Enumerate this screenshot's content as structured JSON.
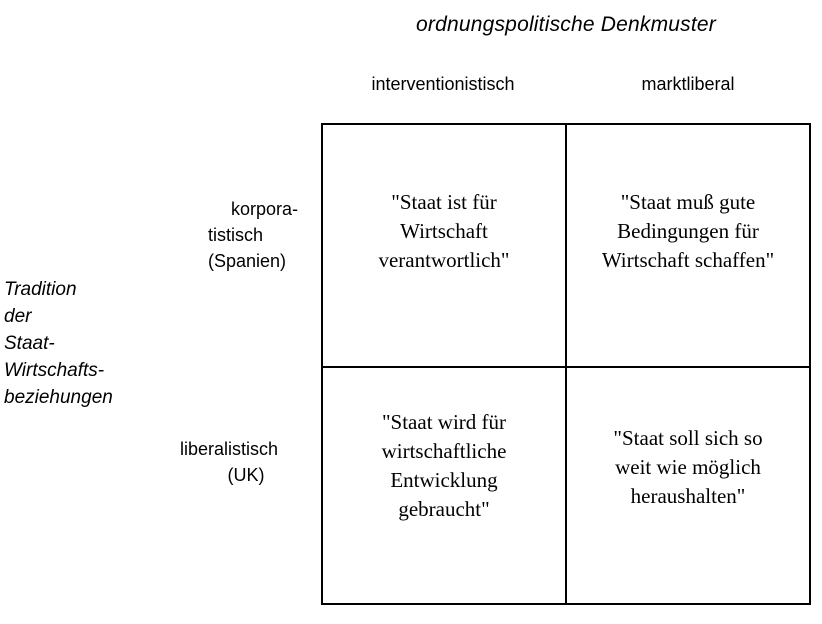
{
  "diagram": {
    "top_axis_title": "ordnungspolitische Denkmuster",
    "left_axis_title_lines": [
      "Tradition",
      "der",
      "Staat-",
      "Wirtschafts-",
      "beziehungen"
    ],
    "columns": [
      {
        "label": "interventionistisch"
      },
      {
        "label": "marktliberal"
      }
    ],
    "rows": [
      {
        "label_lines": [
          "korpora-",
          "tistisch",
          "(Spanien)"
        ]
      },
      {
        "label_lines": [
          "liberalistisch",
          "(UK)"
        ]
      }
    ],
    "cells": [
      {
        "row": "korporatistisch (Spanien)",
        "column": "interventionistisch",
        "lines": [
          "\"Staat ist für",
          "Wirtschaft",
          "verantwortlich\""
        ]
      },
      {
        "row": "korporatistisch (Spanien)",
        "column": "marktliberal",
        "lines": [
          "\"Staat muß gute",
          "Bedingungen für",
          "Wirtschaft schaffen\""
        ]
      },
      {
        "row": "liberalistisch (UK)",
        "column": "interventionistisch",
        "lines": [
          "\"Staat wird für",
          "wirtschaftliche",
          "Entwicklung",
          "gebraucht\""
        ]
      },
      {
        "row": "liberalistisch (UK)",
        "column": "marktliberal",
        "lines": [
          "\"Staat soll sich so",
          "weit wie möglich",
          "heraushalten\""
        ]
      }
    ],
    "colors": {
      "background": "#ffffff",
      "text": "#000000",
      "border": "#000000"
    }
  }
}
